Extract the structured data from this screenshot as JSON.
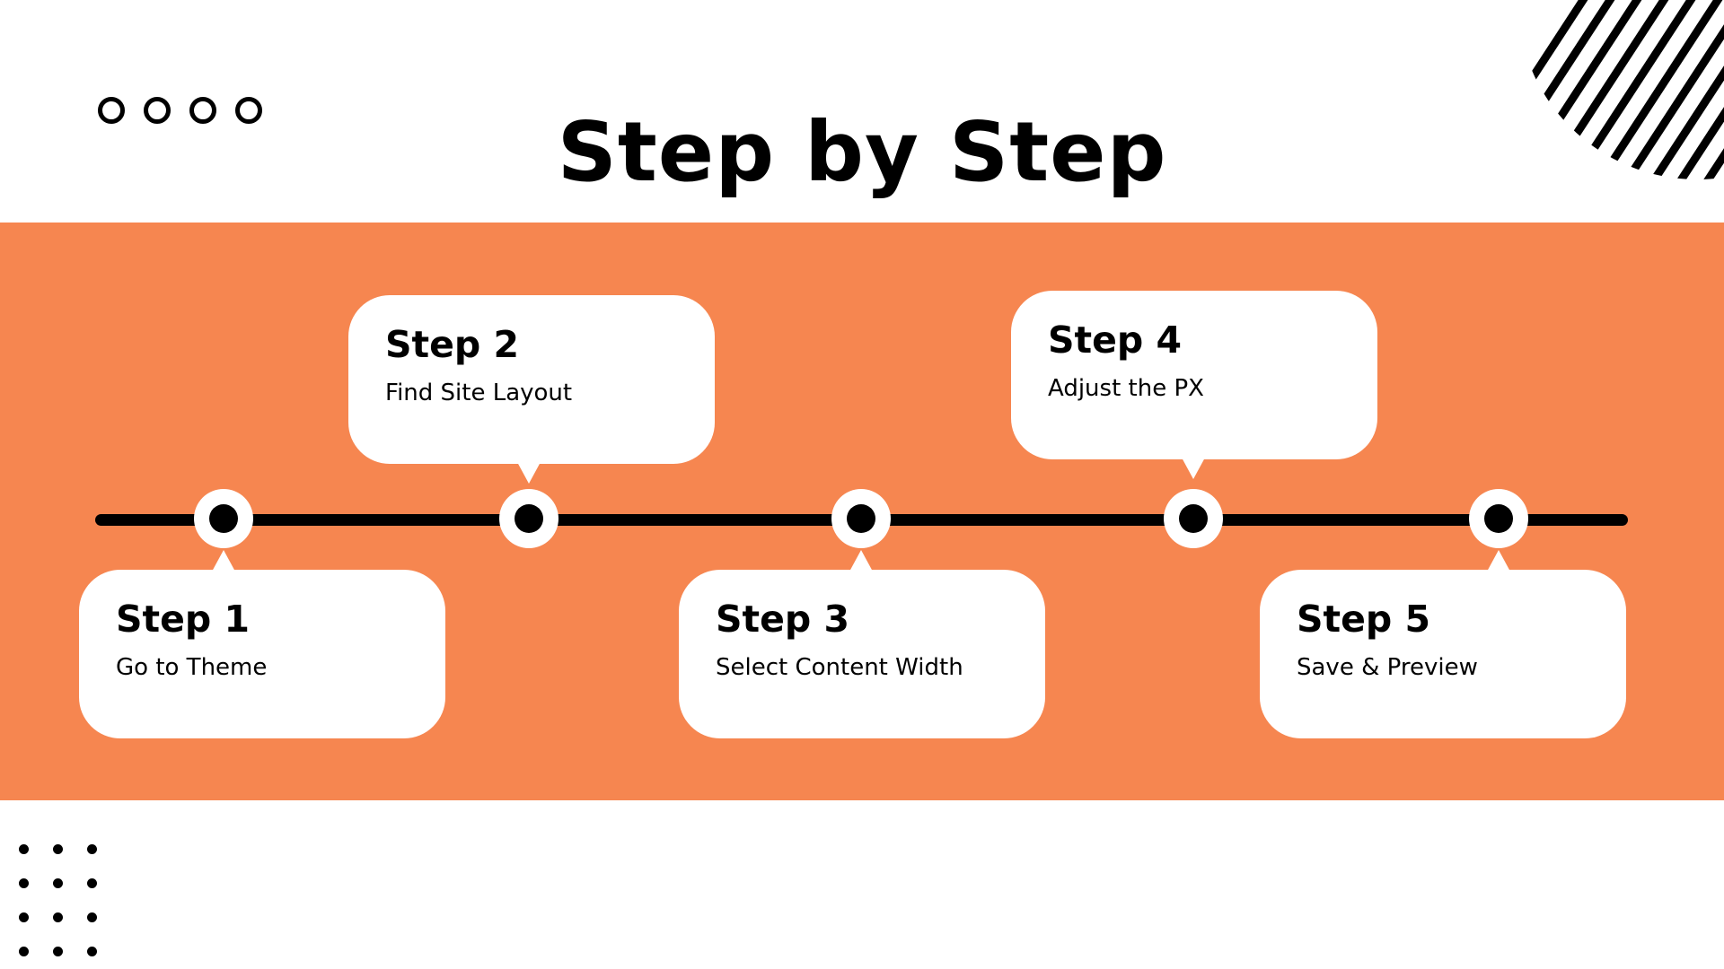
{
  "title": "Step by Step",
  "colors": {
    "band": "#f68650",
    "card": "#ffffff",
    "line": "#000000",
    "text": "#000000"
  },
  "decorations": {
    "top_left": "ring-row-icon",
    "top_right": "diagonal-stripes-icon",
    "bottom_left": "dot-grid-icon"
  },
  "steps": [
    {
      "label": "Step 1",
      "description": "Go to Theme"
    },
    {
      "label": "Step 2",
      "description": "Find Site Layout"
    },
    {
      "label": "Step 3",
      "description": "Select Content Width"
    },
    {
      "label": "Step 4",
      "description": "Adjust the PX"
    },
    {
      "label": "Step 5",
      "description": "Save & Preview"
    }
  ]
}
